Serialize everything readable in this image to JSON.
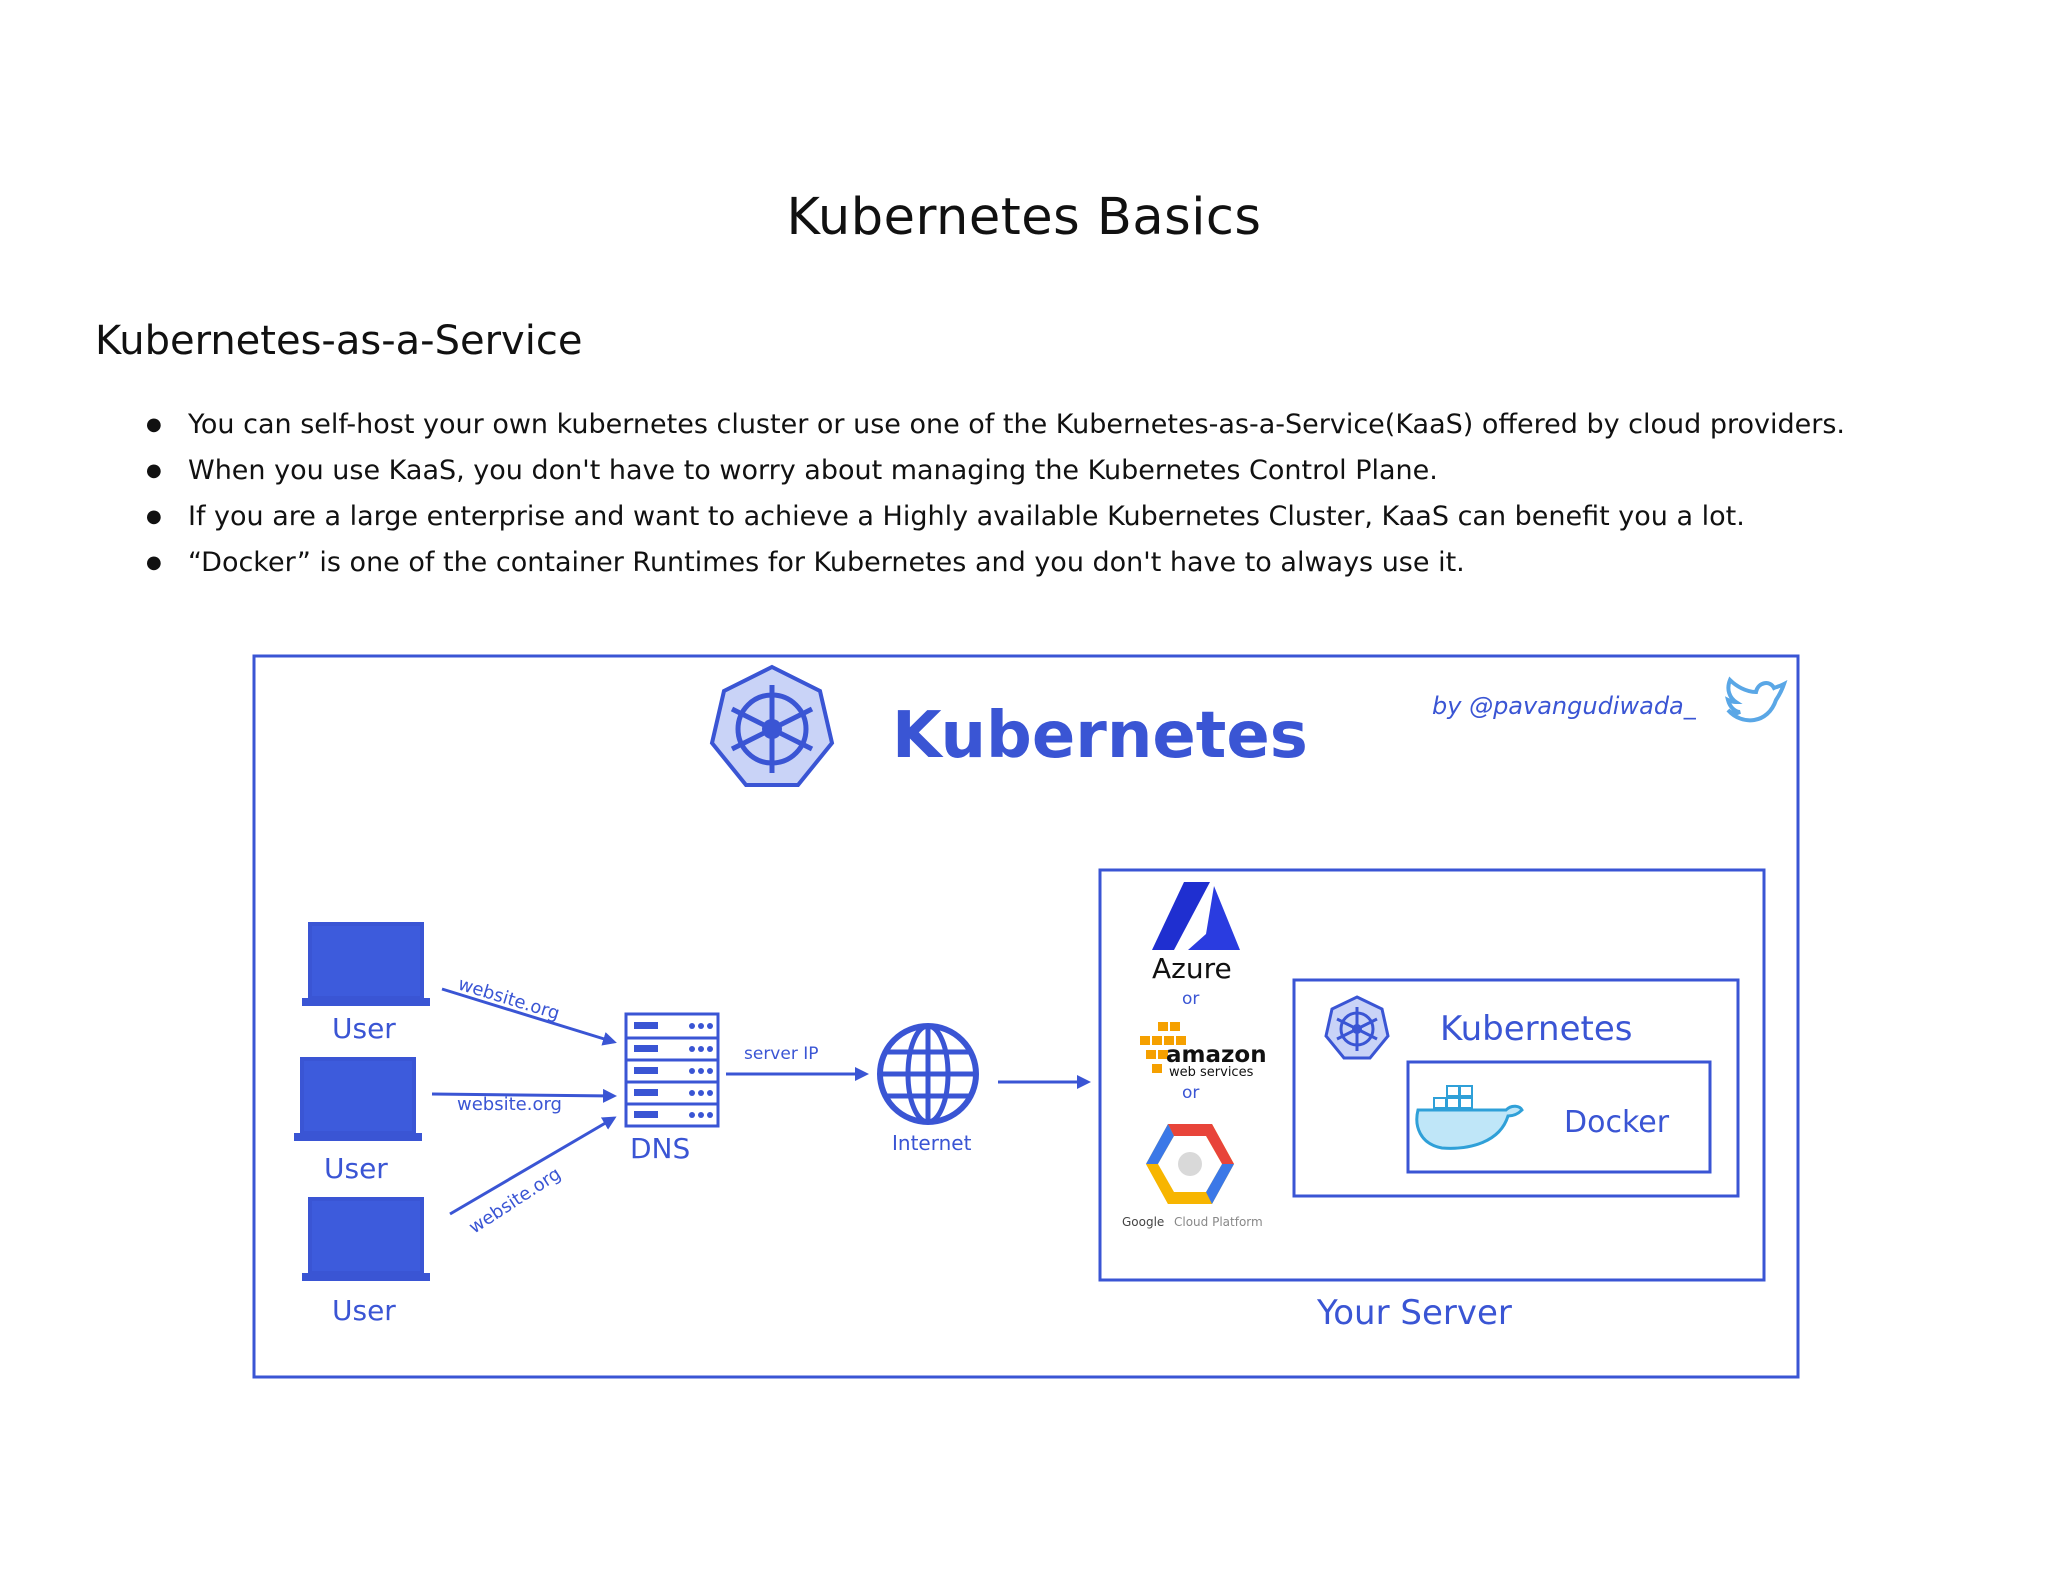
{
  "document": {
    "title": "Kubernetes Basics",
    "section_heading": "Kubernetes-as-a-Service",
    "bullets": [
      "You can self-host your own kubernetes cluster or use one of the Kubernetes-as-a-Service(KaaS) offered by cloud providers.",
      "When you use KaaS, you don't have to worry about managing the Kubernetes Control Plane.",
      "If you are a large enterprise and want to achieve a Highly available Kubernetes Cluster, KaaS can benefit you a lot.",
      "“Docker” is one of the container Runtimes for Kubernetes and you don't have to always use it."
    ],
    "bullet_marker": "●"
  },
  "diagram": {
    "title": "Kubernetes",
    "credit": "by @pavangudiwada_",
    "users": [
      "User",
      "User",
      "User"
    ],
    "request_labels": [
      "website.org",
      "website.org",
      "website.org"
    ],
    "dns_label": "DNS",
    "server_ip_label": "server IP",
    "internet_label": "Internet",
    "providers": {
      "azure": "Azure",
      "or_1": "or",
      "amazon": "amazon",
      "amazon_sub": "web services",
      "or_2": "or",
      "google": "Google",
      "google_sub": "Cloud Platform"
    },
    "inner_kubernetes_label": "Kubernetes",
    "docker_label": "Docker",
    "server_label": "Your Server",
    "colors": {
      "ink": "#3a55d4",
      "fill": "#3d5bdc",
      "twitter": "#5aa7e6",
      "docker": "#2fa0d8",
      "azure": "#1f2fd0",
      "aws": "#f5a000",
      "gcp_red": "#e8443a",
      "gcp_yellow": "#f7b500",
      "gcp_blue": "#3b78e7"
    }
  }
}
